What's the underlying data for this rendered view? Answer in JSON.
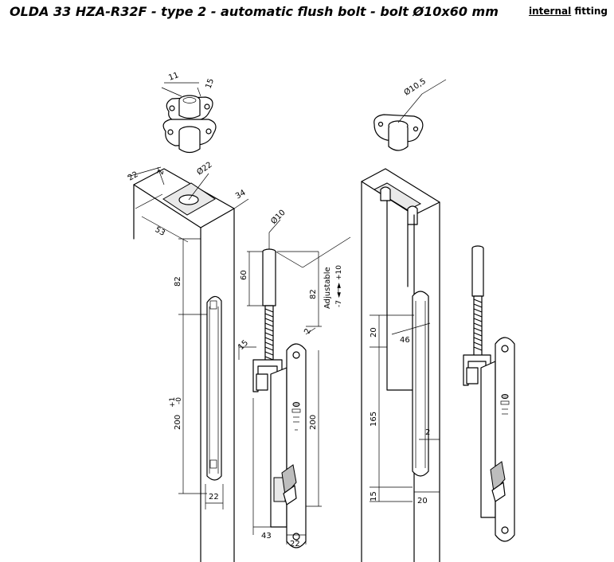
{
  "header": {
    "title": "OLDA 33 HZA-R32F -  type 2 - automatic flush bolt - bolt Ø10x60 mm",
    "fitting_prefix": "internal",
    "fitting_suffix": " fitting"
  },
  "dimensions": {
    "top_fitting_11": "11",
    "top_fitting_15": "15",
    "strike_dia": "Ø10,5",
    "frame_22": "22",
    "frame_2": "2",
    "frame_dia22": "Ø22",
    "frame_34": "34",
    "frame_53": "53",
    "frame_82": "82",
    "frame_200": "200",
    "frame_tol_plus": "+1",
    "frame_tol_minus": "-0",
    "frame_22_bottom": "22",
    "bolt_dia": "Ø10",
    "bolt_60": "60",
    "bolt_82": "82",
    "adjustable_label": "Adjustable",
    "adjustable_range": "-7 ◄─► +10",
    "bolt_2": "2",
    "bolt_15": "15",
    "bolt_200": "200",
    "bolt_43": "43",
    "bolt_22": "22",
    "door_20": "20",
    "door_46": "46",
    "door_165": "165",
    "door_2": "2",
    "door_15": "15",
    "door_20_bottom": "20"
  }
}
